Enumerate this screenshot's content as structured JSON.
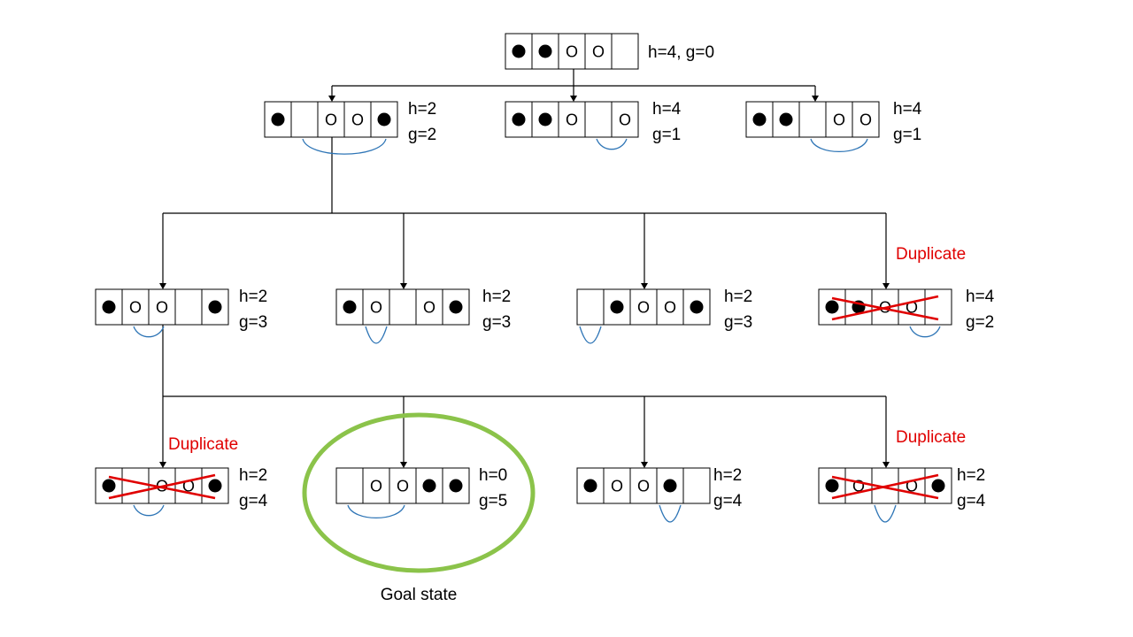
{
  "colors": {
    "line": "#000000",
    "arc": "#2E75B6",
    "cross": "#E00000",
    "duplicate_text": "#E00000",
    "goal_ring": "#8BC34A"
  },
  "symbols": {
    "black": "●",
    "white": "O",
    "empty": ""
  },
  "duplicate_label": "Duplicate",
  "goal_label": "Goal state",
  "nodes": [
    {
      "id": "root",
      "cells": [
        "black",
        "black",
        "white",
        "white",
        "empty"
      ],
      "label1": "h=4, g=0",
      "label2": "",
      "duplicate": false,
      "goal": false
    },
    {
      "id": "l1-a",
      "cells": [
        "black",
        "empty",
        "white",
        "white",
        "black"
      ],
      "label1": "h=2",
      "label2": "g=2",
      "duplicate": false,
      "goal": false
    },
    {
      "id": "l1-b",
      "cells": [
        "black",
        "black",
        "white",
        "empty",
        "white"
      ],
      "label1": "h=4",
      "label2": "g=1",
      "duplicate": false,
      "goal": false
    },
    {
      "id": "l1-c",
      "cells": [
        "black",
        "black",
        "empty",
        "white",
        "white"
      ],
      "label1": "h=4",
      "label2": "g=1",
      "duplicate": false,
      "goal": false
    },
    {
      "id": "l2-a",
      "cells": [
        "black",
        "white",
        "white",
        "empty",
        "black"
      ],
      "label1": "h=2",
      "label2": "g=3",
      "duplicate": false,
      "goal": false
    },
    {
      "id": "l2-b",
      "cells": [
        "black",
        "white",
        "empty",
        "white",
        "black"
      ],
      "label1": "h=2",
      "label2": "g=3",
      "duplicate": false,
      "goal": false
    },
    {
      "id": "l2-c",
      "cells": [
        "empty",
        "black",
        "white",
        "white",
        "black"
      ],
      "label1": "h=2",
      "label2": "g=3",
      "duplicate": false,
      "goal": false
    },
    {
      "id": "l2-d",
      "cells": [
        "black",
        "black",
        "white",
        "white",
        "empty"
      ],
      "label1": "h=4",
      "label2": "g=2",
      "duplicate": true,
      "goal": false
    },
    {
      "id": "l3-a",
      "cells": [
        "black",
        "empty",
        "white",
        "white",
        "black"
      ],
      "label1": "h=2",
      "label2": "g=4",
      "duplicate": true,
      "goal": false
    },
    {
      "id": "l3-b",
      "cells": [
        "empty",
        "white",
        "white",
        "black",
        "black"
      ],
      "label1": "h=0",
      "label2": "g=5",
      "duplicate": false,
      "goal": true
    },
    {
      "id": "l3-c",
      "cells": [
        "black",
        "white",
        "white",
        "black",
        "empty"
      ],
      "label1": "h=2",
      "label2": "g=4",
      "duplicate": false,
      "goal": false
    },
    {
      "id": "l3-d",
      "cells": [
        "black",
        "white",
        "empty",
        "white",
        "black"
      ],
      "label1": "h=2",
      "label2": "g=4",
      "duplicate": true,
      "goal": false
    }
  ]
}
